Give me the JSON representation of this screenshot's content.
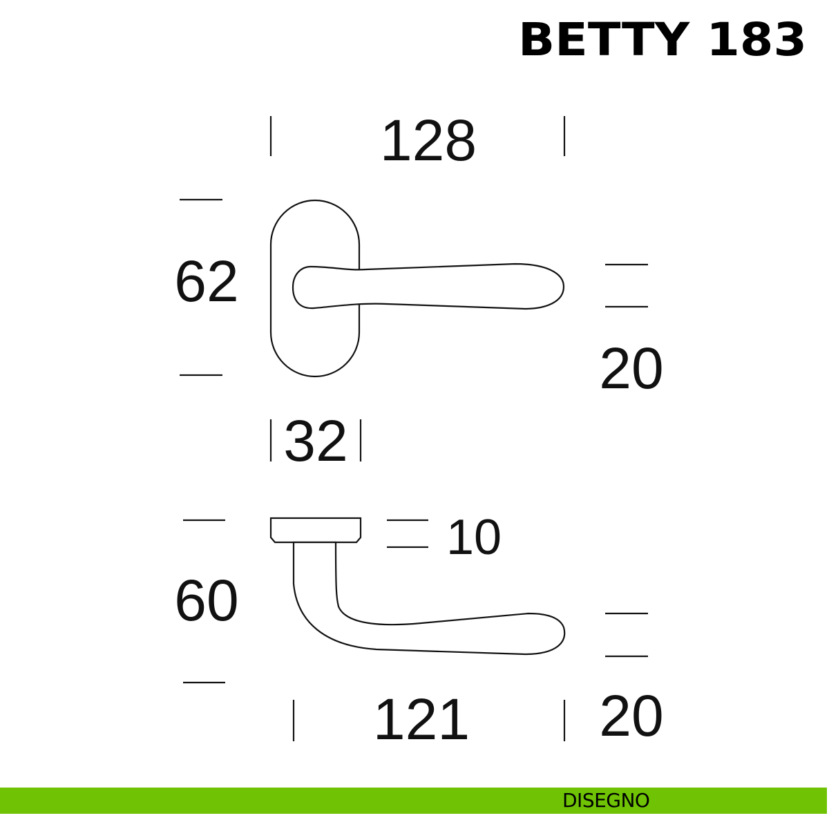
{
  "title": "BETTY 183",
  "dimensions": {
    "lever_length_top": "128",
    "rose_height": "62",
    "lever_thickness_top": "20",
    "rose_width": "32",
    "rose_depth": "10",
    "projection": "60",
    "lever_length_side": "121",
    "lever_thickness_side": "20"
  },
  "footer": {
    "label": "DISEGNO"
  },
  "colors": {
    "footer_bar": "#6fc304",
    "line": "#111111"
  }
}
